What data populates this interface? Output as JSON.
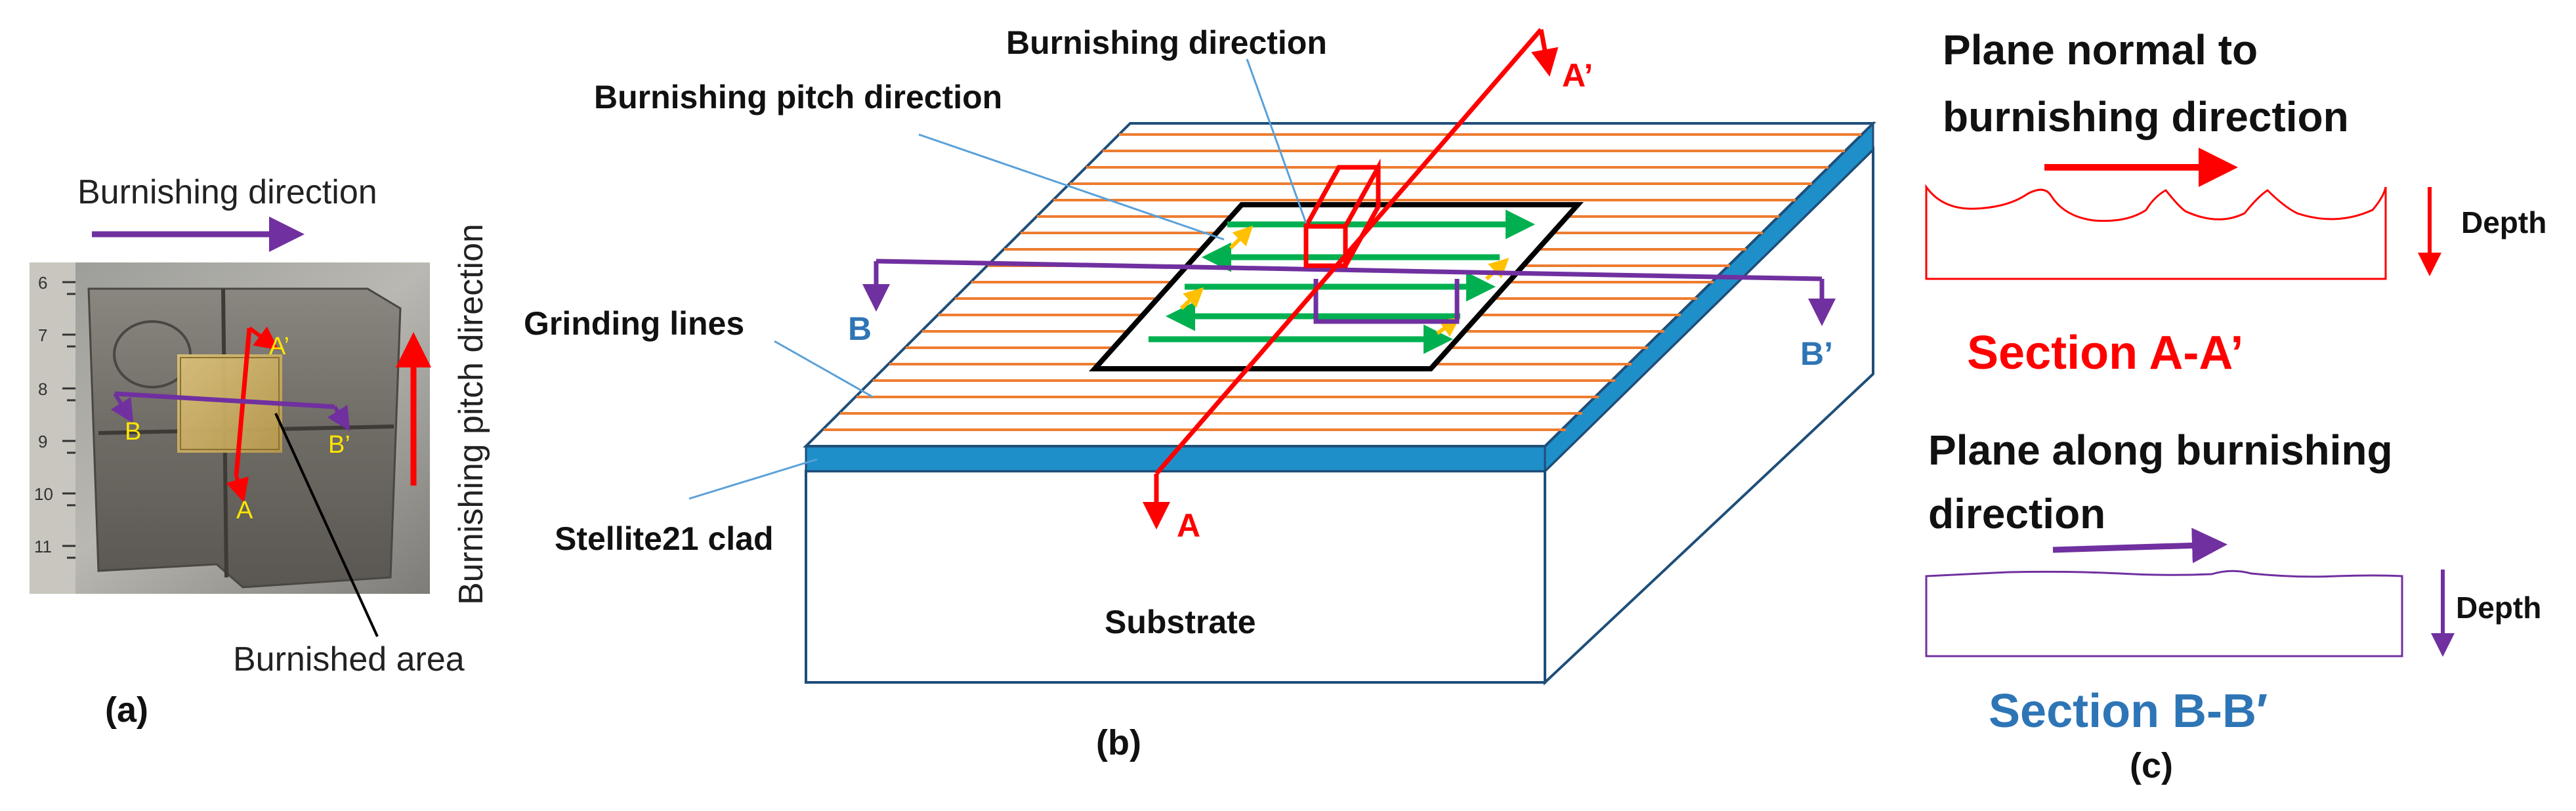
{
  "colors": {
    "red": "#ff0000",
    "purple": "#7030a0",
    "green": "#00b050",
    "orange": "#ed7d31",
    "blue": "#2e75b6",
    "clad_blue": "#1f8fc9",
    "yellow": "#ffd700",
    "navy": "#2e75b6"
  },
  "panel_a": {
    "burnishing_direction": "Burnishing direction",
    "pitch_direction": "Burnishing pitch direction",
    "burnished_area": "Burnished area",
    "label_a_prime": "A’",
    "label_a": "A",
    "label_b": "B",
    "label_b_prime": "B’",
    "ruler_numbers": [
      "6",
      "7",
      "8",
      "9",
      "10",
      "11"
    ],
    "caption": "(a)"
  },
  "panel_b": {
    "burnishing_direction": "Burnishing direction",
    "pitch_direction": "Burnishing pitch direction",
    "grinding_lines": "Grinding lines",
    "clad": "Stellite21 clad",
    "substrate": "Substrate",
    "label_a": "A",
    "label_a_prime": "A’",
    "label_b": "B",
    "label_b_prime": "B’",
    "caption": "(b)"
  },
  "panel_c": {
    "plane_normal_line1": "Plane normal to",
    "plane_normal_line2": "burnishing direction",
    "depth_1": "Depth",
    "section_aa": "Section A-A’",
    "plane_along_line1": "Plane along burnishing",
    "plane_along_line2": "direction",
    "depth_2": "Depth",
    "section_bb": "Section B-B′",
    "caption": "(c)"
  }
}
